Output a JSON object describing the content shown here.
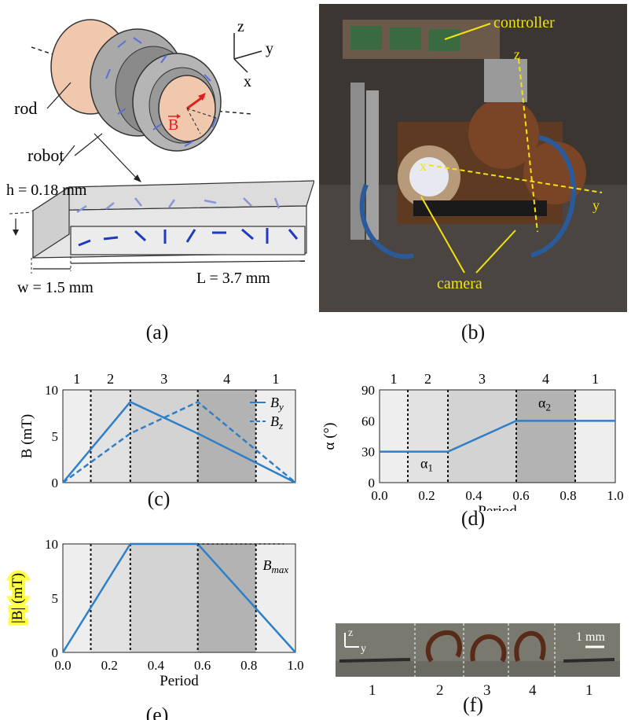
{
  "panel_a": {
    "caption": "(a)",
    "axes": {
      "z": "z",
      "y": "y",
      "x": "x"
    },
    "labels": {
      "rod": "rod",
      "robot": "robot",
      "field": "B"
    },
    "dims": {
      "h": "h  = 0.18 mm",
      "w": "w  = 1.5 mm",
      "L": "L  = 3.7 mm"
    }
  },
  "panel_b": {
    "caption": "(b)",
    "labels": {
      "controller": "controller",
      "camera": "camera",
      "z": "z",
      "x": "x",
      "y": "y"
    }
  },
  "panel_f": {
    "caption": "(f)",
    "axes": {
      "z": "z",
      "y": "y"
    },
    "scale_label": "1 mm",
    "phases": [
      "1",
      "2",
      "3",
      "4",
      "1"
    ]
  },
  "chart_data": [
    {
      "id": "c",
      "caption": "(c)",
      "type": "line",
      "phase_labels": [
        "1",
        "2",
        "3",
        "4",
        "1"
      ],
      "phase_bounds": [
        0.0,
        0.12,
        0.29,
        0.58,
        0.83,
        1.0
      ],
      "xlim": [
        0,
        1
      ],
      "ylim": [
        0,
        10
      ],
      "yticks": [
        "0",
        "5",
        "10"
      ],
      "ylabel": "B (mT)",
      "series": [
        {
          "name": "B_y",
          "x": [
            0,
            0.29,
            0.58,
            1.0
          ],
          "y": [
            0,
            8.7,
            5.3,
            0
          ]
        },
        {
          "name": "B_z",
          "x": [
            0,
            0.29,
            0.58,
            1.0
          ],
          "y": [
            0,
            5.3,
            8.7,
            0
          ]
        }
      ],
      "legend": [
        "B",
        "B"
      ],
      "legend_sub": [
        "y",
        "z"
      ]
    },
    {
      "id": "d",
      "caption": "(d)",
      "type": "line",
      "phase_labels": [
        "1",
        "2",
        "3",
        "4",
        "1"
      ],
      "phase_bounds": [
        0.0,
        0.12,
        0.29,
        0.58,
        0.83,
        1.0
      ],
      "xlim": [
        0,
        1
      ],
      "ylim": [
        0,
        90
      ],
      "yticks": [
        "0",
        "30",
        "60",
        "90"
      ],
      "xticks": [
        "0.0",
        "0.2",
        "0.4",
        "0.6",
        "0.8",
        "1.0"
      ],
      "xlabel": "Period",
      "ylabel": "α (°)",
      "series": [
        {
          "x": [
            0,
            0.29,
            0.58,
            1.0
          ],
          "y": [
            30,
            30,
            60,
            60
          ]
        }
      ],
      "annotations": [
        "α",
        "α"
      ],
      "annotation_sub": [
        "1",
        "2"
      ]
    },
    {
      "id": "e",
      "caption": "(e)",
      "type": "line",
      "phase_bounds": [
        0.0,
        0.12,
        0.29,
        0.58,
        0.83,
        1.0
      ],
      "xlim": [
        0,
        1
      ],
      "ylim": [
        0,
        10
      ],
      "yticks": [
        "0",
        "5",
        "10"
      ],
      "xticks": [
        "0.0",
        "0.2",
        "0.4",
        "0.6",
        "0.8",
        "1.0"
      ],
      "xlabel": "Period",
      "ylabel": "|B| (mT)",
      "series": [
        {
          "x": [
            0,
            0.29,
            0.58,
            1.0
          ],
          "y": [
            0,
            10,
            10,
            0
          ]
        }
      ],
      "annotation": "B",
      "annotation_sub": "max"
    }
  ]
}
